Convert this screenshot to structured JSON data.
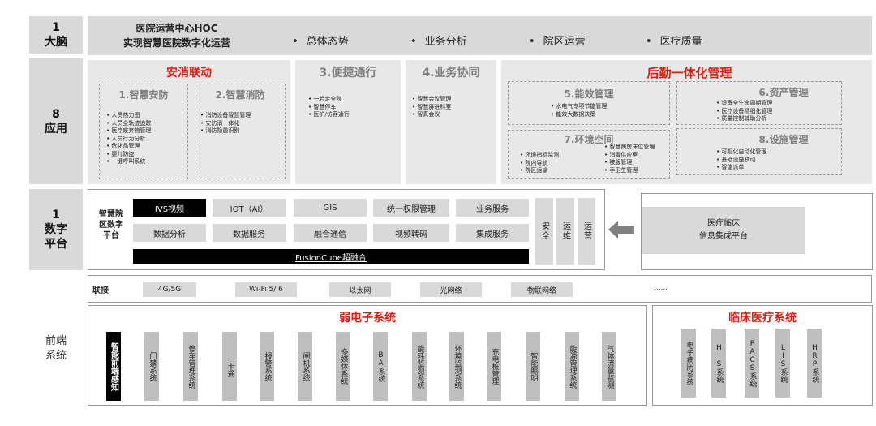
{
  "left": {
    "brain": {
      "num": "1",
      "label": "大脑"
    },
    "apps": {
      "num": "8",
      "label": "应用"
    },
    "platform": {
      "num": "1",
      "label": "数字平台"
    },
    "frontend": {
      "label": "前端系统"
    }
  },
  "top": {
    "title_line1": "医院运营中心HOC",
    "title_line2": "实现智慧医院数字化运营",
    "items": [
      "总体态势",
      "业务分析",
      "院区运营",
      "医疗质量"
    ]
  },
  "apps": {
    "security_title": "安消联动",
    "smart_security": {
      "title": "1.智慧安防",
      "items": [
        "人员热力图",
        "人员全轨迹追踪",
        "医疗废弃物管理",
        "人员行为分析",
        "危化品管理",
        "婴儿防盗",
        "一键呼叫系统"
      ]
    },
    "smart_fire": {
      "title": "2.智慧消防",
      "items": [
        "消防设备智慧管理",
        "安防消一体化",
        "消防隐患识别"
      ]
    },
    "access": {
      "title": "3.便捷通行",
      "items": [
        "一脸走全院",
        "智慧停车",
        "医护/访客通行"
      ]
    },
    "business": {
      "title": "4.业务协同",
      "items": [
        "智慧会议管理",
        "智慧屏进科室",
        "智真会议"
      ]
    },
    "logistics_title": "后勤一体化管理",
    "energy": {
      "title": "5.能效管理",
      "items": [
        "水电气专项节能管理",
        "能效大数据决策"
      ]
    },
    "asset": {
      "title": "6.资产管理",
      "items": [
        "设备全生命周期管理",
        "医疗设备精细化管理",
        "质量控制辅助分析"
      ]
    },
    "environment": {
      "title": "7.环境空间",
      "items_left": [
        "环境指标监测",
        "院内导航",
        "院区运输"
      ],
      "items_right": [
        "智慧病房床位管理",
        "消毒供应室",
        "被服管理",
        "手卫生管理"
      ]
    },
    "facility": {
      "title": "8.设施管理",
      "items": [
        "可视化自动化管理",
        "基础设施联动",
        "智能派单"
      ]
    }
  },
  "platform": {
    "label": "智慧院区数字平台",
    "row1": [
      "IVS视频",
      "IOT（AI）",
      "GIS",
      "统一权限管理",
      "业务服务"
    ],
    "row2": [
      "数据分析",
      "数据服务",
      "融合通信",
      "视频转码",
      "集成服务"
    ],
    "base": "FusionCube超融合",
    "vertical": [
      "安全",
      "运维",
      "运营"
    ],
    "clinical": {
      "line1": "医疗临床",
      "line2": "信息集成平台"
    }
  },
  "connect": {
    "label": "联接",
    "items": [
      "4G/5G",
      "Wi-Fi 5/ 6",
      "以太网",
      "光网络",
      "物联网络"
    ],
    "more": "......"
  },
  "weak": {
    "title": "弱电子系统",
    "items": [
      "智能前端感知",
      "门禁系统",
      "停车管理系统",
      "一卡通",
      "报警系统",
      "闸机系统",
      "多媒体系统",
      "BA系统",
      "能耗监测系统",
      "环境监测系统",
      "充电桩管理",
      "智能照明",
      "能源管理系统",
      "气体流量监测"
    ]
  },
  "clinical_sys": {
    "title": "临床医疗系统",
    "items": [
      "电子病历系统",
      "HIS系统",
      "PACS系统",
      "LIS系统",
      "HRP系统"
    ]
  }
}
